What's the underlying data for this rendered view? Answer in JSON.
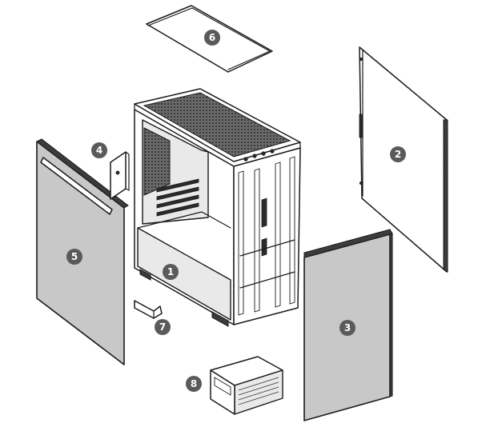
{
  "parts": [
    {
      "id": "chassis",
      "number": "1"
    },
    {
      "id": "right-side-panel",
      "number": "2"
    },
    {
      "id": "front-panel",
      "number": "3"
    },
    {
      "id": "ssd-bracket",
      "number": "4"
    },
    {
      "id": "left-side-panel",
      "number": "5"
    },
    {
      "id": "top-dust-filter",
      "number": "6"
    },
    {
      "id": "gpu-support-bracket",
      "number": "7"
    },
    {
      "id": "drive-cage",
      "number": "8"
    }
  ],
  "colors": {
    "badge": "#5a5a5a",
    "badge_text": "#ffffff",
    "panel_gray": "#c8c8c8",
    "outline": "#1a1a1a"
  }
}
